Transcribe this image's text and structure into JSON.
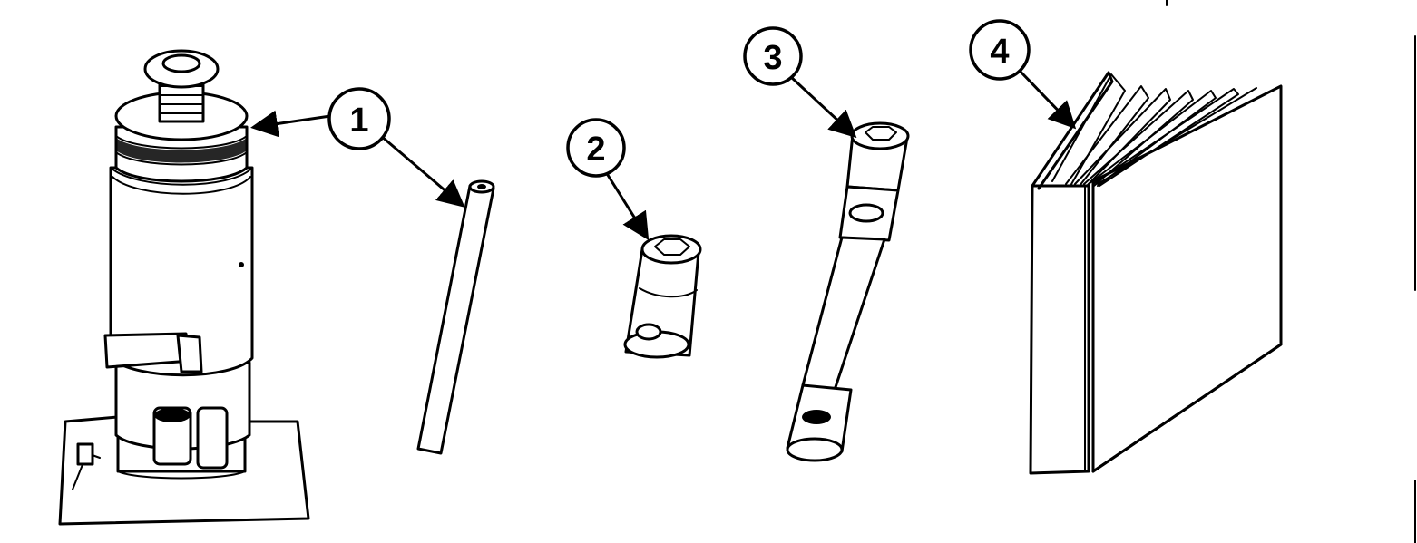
{
  "callouts": [
    {
      "number": "1",
      "item": "hydraulic-jack"
    },
    {
      "number": "2",
      "item": "socket"
    },
    {
      "number": "3",
      "item": "socket-wrench"
    },
    {
      "number": "4",
      "item": "manual"
    }
  ],
  "colors": {
    "ink": "#000000",
    "paper": "#ffffff"
  }
}
